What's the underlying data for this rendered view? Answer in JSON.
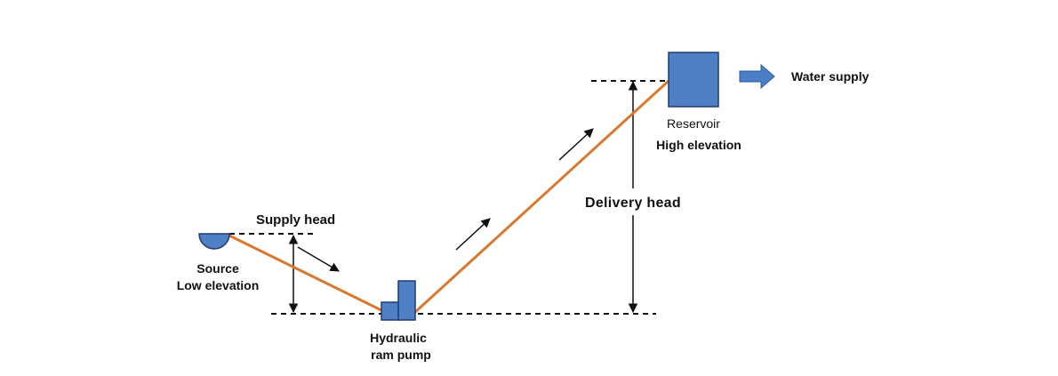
{
  "labels": {
    "supply_head": "Supply head",
    "source_line1": "Source",
    "source_line2": "Low elevation",
    "pump_line1": "Hydraulic",
    "pump_line2": "ram pump",
    "delivery_head": "Delivery head",
    "reservoir_line1": "Reservoir",
    "reservoir_line2": "High elevation",
    "water_supply": "Water supply"
  },
  "colors": {
    "pipe": "#D9782F",
    "component_fill": "#4F7FC4",
    "component_stroke": "#1F3E6E",
    "arrow_fill": "#4A7EC6",
    "line": "#111111"
  },
  "icons": {
    "source": "semicircle-basin-icon",
    "pump": "ram-pump-icon",
    "reservoir": "tank-icon",
    "outflow": "block-arrow-right-icon"
  }
}
